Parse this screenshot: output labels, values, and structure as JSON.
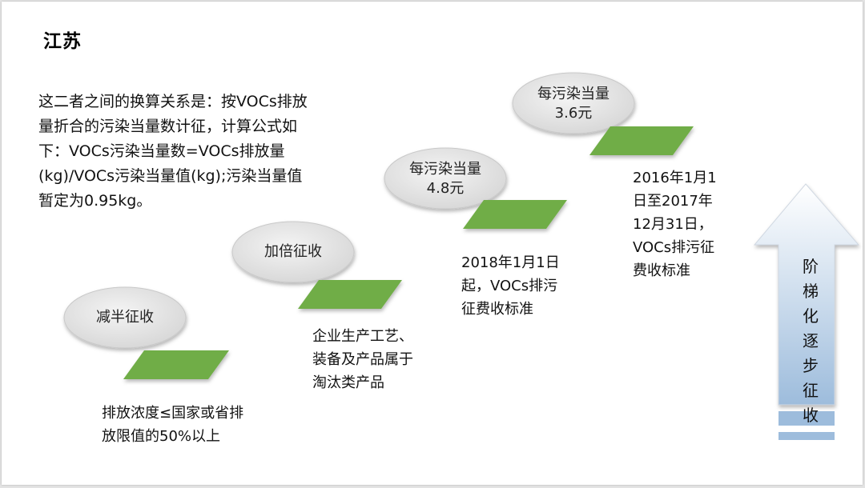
{
  "slide": {
    "title": "江苏",
    "intro_lines": [
      "这二者之间的换算关系是：按VOCs排放",
      "量折合的污染当量数计征，计算公式如",
      "下：VOCs污染当量数=VOCs排放量",
      "(kg)/VOCs污染当量值(kg);污染当量值",
      "暂定为0.95kg。"
    ]
  },
  "steps": [
    {
      "label_lines": [
        "减半征收"
      ],
      "desc_lines": [
        "排放浓度≤国家或省排",
        "放限值的50%以上"
      ]
    },
    {
      "label_lines": [
        "加倍征收"
      ],
      "desc_lines": [
        "企业生产工艺、",
        "装备及产品属于",
        "淘汰类产品"
      ]
    },
    {
      "label_lines": [
        "每污染当量",
        "4.8元"
      ],
      "desc_lines": [
        "2018年1月1日",
        "起，VOCs排污",
        "征费收标准"
      ]
    },
    {
      "label_lines": [
        "每污染当量",
        "3.6元"
      ],
      "desc_lines": [
        "2016年1月1",
        "日至2017年",
        "12月31日，",
        "VOCs排污征",
        "费收标准"
      ]
    }
  ],
  "arrow": {
    "chars": [
      "阶",
      "梯",
      "化",
      "逐",
      "步",
      "征",
      "收"
    ]
  },
  "colors": {
    "step_green": "#70ad47",
    "ellipse_fill": "#e8e8e8",
    "arrow_blue": "#9dbcdc"
  }
}
